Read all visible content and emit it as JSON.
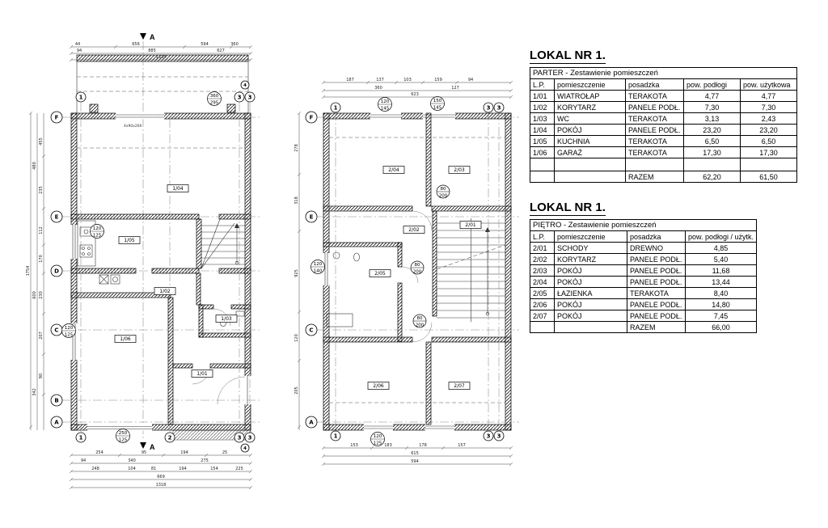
{
  "panel": {
    "heading1": "LOKAL NR 1.",
    "heading2": "LOKAL NR 1."
  },
  "tables": {
    "parter": {
      "title": "PARTER - Zestawienie pomieszczeń",
      "col_lp": "L.P.",
      "col_room": "pomieszczenie",
      "col_floor": "posadzka",
      "col_area1": "pow. podłogi",
      "col_area2": "pow. użytkowa",
      "rows": [
        {
          "lp": "1/01",
          "room": "WIATROŁAP",
          "floor": "TERAKOTA",
          "a1": "4,77",
          "a2": "4,77"
        },
        {
          "lp": "1/02",
          "room": "KORYTARZ",
          "floor": "PANELE PODŁ.",
          "a1": "7,30",
          "a2": "7,30"
        },
        {
          "lp": "1/03",
          "room": "WC",
          "floor": "TERAKOTA",
          "a1": "3,13",
          "a2": "2,43"
        },
        {
          "lp": "1/04",
          "room": "POKÓJ",
          "floor": "PANELE PODŁ.",
          "a1": "23,20",
          "a2": "23,20"
        },
        {
          "lp": "1/05",
          "room": "KUCHNIA",
          "floor": "TERAKOTA",
          "a1": "6,50",
          "a2": "6,50"
        },
        {
          "lp": "1/06",
          "room": "GARAŻ",
          "floor": "TERAKOTA",
          "a1": "17,30",
          "a2": "17,30"
        }
      ],
      "total_label": "RAZEM",
      "total_a1": "62,20",
      "total_a2": "61,50"
    },
    "pietro": {
      "title": "PIĘTRO - Zestawienie pomieszczeń",
      "col_lp": "L.P.",
      "col_room": "pomieszczenie",
      "col_floor": "posadzka",
      "col_area": "pow. podłogi / użytk.",
      "rows": [
        {
          "lp": "2/01",
          "room": "SCHODY",
          "floor": "DREWNO",
          "a": "4,85"
        },
        {
          "lp": "2/02",
          "room": "KORYTARZ",
          "floor": "PANELE PODŁ.",
          "a": "5,40"
        },
        {
          "lp": "2/03",
          "room": "POKÓJ",
          "floor": "PANELE PODŁ.",
          "a": "11,68"
        },
        {
          "lp": "2/04",
          "room": "POKÓJ",
          "floor": "PANELE PODŁ.",
          "a": "13,44"
        },
        {
          "lp": "2/05",
          "room": "ŁAZIENKA",
          "floor": "TERAKOTA",
          "a": "8,40"
        },
        {
          "lp": "2/06",
          "room": "POKÓJ",
          "floor": "PANELE PODŁ.",
          "a": "14,80"
        },
        {
          "lp": "2/07",
          "room": "POKÓJ",
          "floor": "PANELE PODŁ.",
          "a": "7,45"
        }
      ],
      "total_label": "RAZEM",
      "total_a": "66,00"
    }
  },
  "plan_parter": {
    "section_label": "A",
    "note": "4x90x260",
    "grid": {
      "f": "F",
      "e": "E",
      "d": "D",
      "c": "C",
      "b": "B",
      "a": "A",
      "c1": "1",
      "c2": "2",
      "c3": "3",
      "c3b": "3",
      "c4": "4"
    },
    "rooms": {
      "r104": "1/04",
      "r105": "1/05",
      "r102": "1/02",
      "r103": "1/03",
      "r106": "1/06",
      "r101": "1/01"
    },
    "bubbles": {
      "win_top": {
        "t": "360",
        "b": "295"
      },
      "win_kitchen": {
        "t": "120",
        "b": "125"
      },
      "win_garage": {
        "t": "120",
        "b": "125"
      },
      "gate": {
        "t": "250",
        "b": "125"
      }
    },
    "dims": {
      "top1": [
        "44",
        "656",
        "594",
        "360"
      ],
      "top2": [
        "94",
        "885",
        "627"
      ],
      "top3": [
        "1318"
      ],
      "left_outer": [
        "1754"
      ],
      "left_mid": [
        "480",
        "600",
        "342"
      ],
      "left_inner": [
        "455",
        "235",
        "112",
        "170",
        "230",
        "207",
        "90"
      ],
      "bottom1": [
        "254",
        "95",
        "194",
        "25"
      ],
      "bottom2": [
        "94",
        "340",
        "275"
      ],
      "bottom3": [
        "248",
        "104",
        "81",
        "194",
        "154",
        "225"
      ],
      "bottom4": [
        "669"
      ],
      "bottom5": [
        "1318"
      ]
    }
  },
  "plan_pietro": {
    "grid": {
      "f": "F",
      "e": "E",
      "c": "C",
      "a": "A",
      "c1": "1",
      "c3": "3",
      "c3b": "3"
    },
    "rooms": {
      "r204": "2/04",
      "r203": "2/03",
      "r205": "2/05",
      "r206": "2/06",
      "r207": "2/07",
      "r201": "2/01",
      "r202": "2/02"
    },
    "bubbles": {
      "win_left_top": {
        "t": "120",
        "b": "145"
      },
      "win_right_top": {
        "t": "150",
        "b": "145"
      },
      "win_left": {
        "t": "120",
        "b": "140"
      },
      "win_bottom": {
        "t": "120",
        "b": "125"
      },
      "door1": {
        "t": "80",
        "b": "200"
      },
      "door2": {
        "t": "80",
        "b": "200"
      },
      "door3": {
        "t": "80",
        "b": "200"
      }
    },
    "dims": {
      "top1": [
        "187",
        "137",
        "103",
        "159",
        "94"
      ],
      "top2": [
        "360",
        "127"
      ],
      "top3": [
        "623"
      ],
      "left": [
        "278",
        "318",
        "925",
        "120",
        "205"
      ],
      "bottom1": [
        "153",
        "183",
        "178",
        "157"
      ],
      "bottom2": [
        "615"
      ],
      "bottom3": [
        "594"
      ]
    }
  }
}
